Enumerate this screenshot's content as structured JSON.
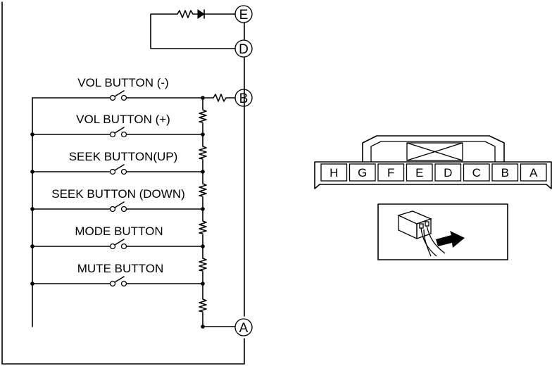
{
  "switches": [
    {
      "label": "VOL BUTTON (-)"
    },
    {
      "label": "VOL BUTTON (+)"
    },
    {
      "label": "SEEK BUTTON(UP)"
    },
    {
      "label": "SEEK BUTTON (DOWN)"
    },
    {
      "label": "MODE BUTTON"
    },
    {
      "label": "MUTE BUTTON"
    }
  ],
  "terminals": {
    "e": "E",
    "d": "D",
    "b": "B",
    "a": "A"
  },
  "connector": {
    "pins": [
      "H",
      "G",
      "F",
      "E",
      "D",
      "C",
      "B",
      "A"
    ]
  }
}
